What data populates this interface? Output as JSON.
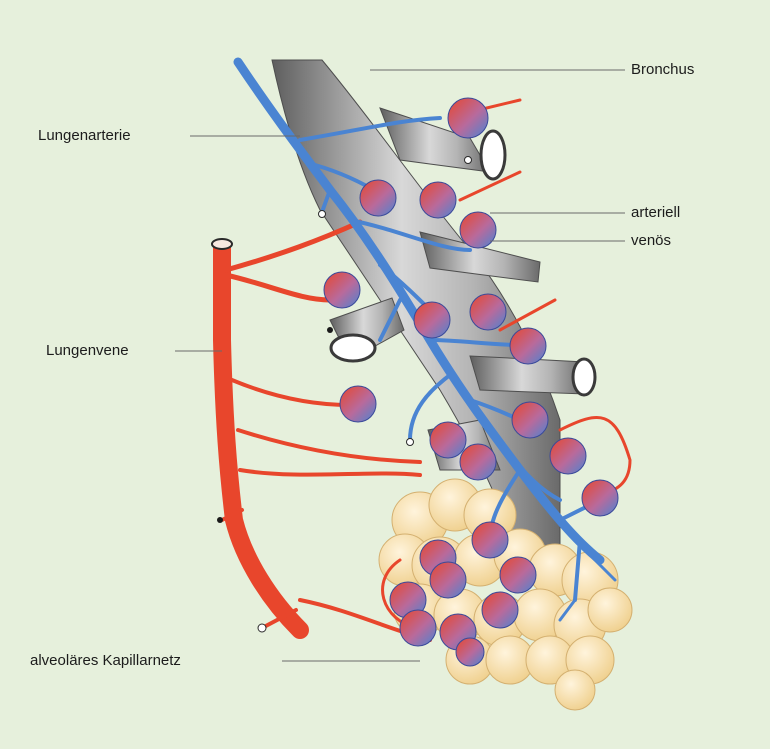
{
  "labels": {
    "bronchus": "Bronchus",
    "lungenarterie": "Lungenarterie",
    "arteriell": "arteriell",
    "venoes": "venös",
    "lungenvene": "Lungenvene",
    "kapillarnetz": "alveoläres Kapillarnetz"
  },
  "colors": {
    "background": "#e6f0dc",
    "bronchus": "#9a9a9a",
    "artery_blue": "#4a84d2",
    "vein_red": "#e8462c",
    "alveoli": "#f6dca4",
    "leader_line": "#6a6a6a"
  },
  "icons": [
    "bronchus-tube",
    "pulmonary-artery-tree",
    "pulmonary-vein-tree",
    "alveolar-sac",
    "capillary-cluster"
  ]
}
